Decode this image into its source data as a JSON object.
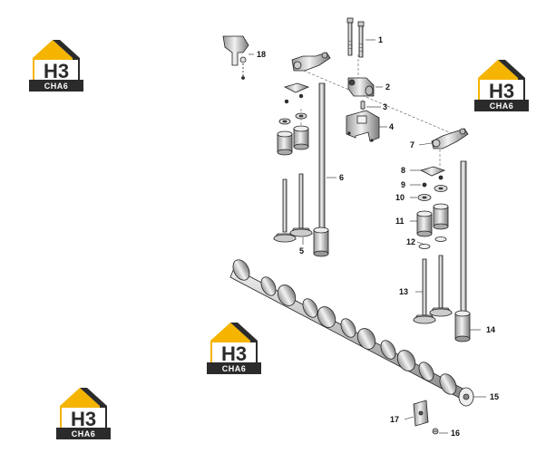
{
  "callouts": [
    {
      "number": "1"
    },
    {
      "number": "2"
    },
    {
      "number": "3"
    },
    {
      "number": "4"
    },
    {
      "number": "5"
    },
    {
      "number": "6"
    },
    {
      "number": "7"
    },
    {
      "number": "8"
    },
    {
      "number": "9"
    },
    {
      "number": "10"
    },
    {
      "number": "11"
    },
    {
      "number": "12"
    },
    {
      "number": "13"
    },
    {
      "number": "14"
    },
    {
      "number": "15"
    },
    {
      "number": "16"
    },
    {
      "number": "17"
    },
    {
      "number": "18"
    }
  ],
  "watermark": {
    "main": "H3",
    "sub": "CHA6",
    "colors": {
      "accent": "#f5b400",
      "dark": "#2b2b2b"
    }
  }
}
